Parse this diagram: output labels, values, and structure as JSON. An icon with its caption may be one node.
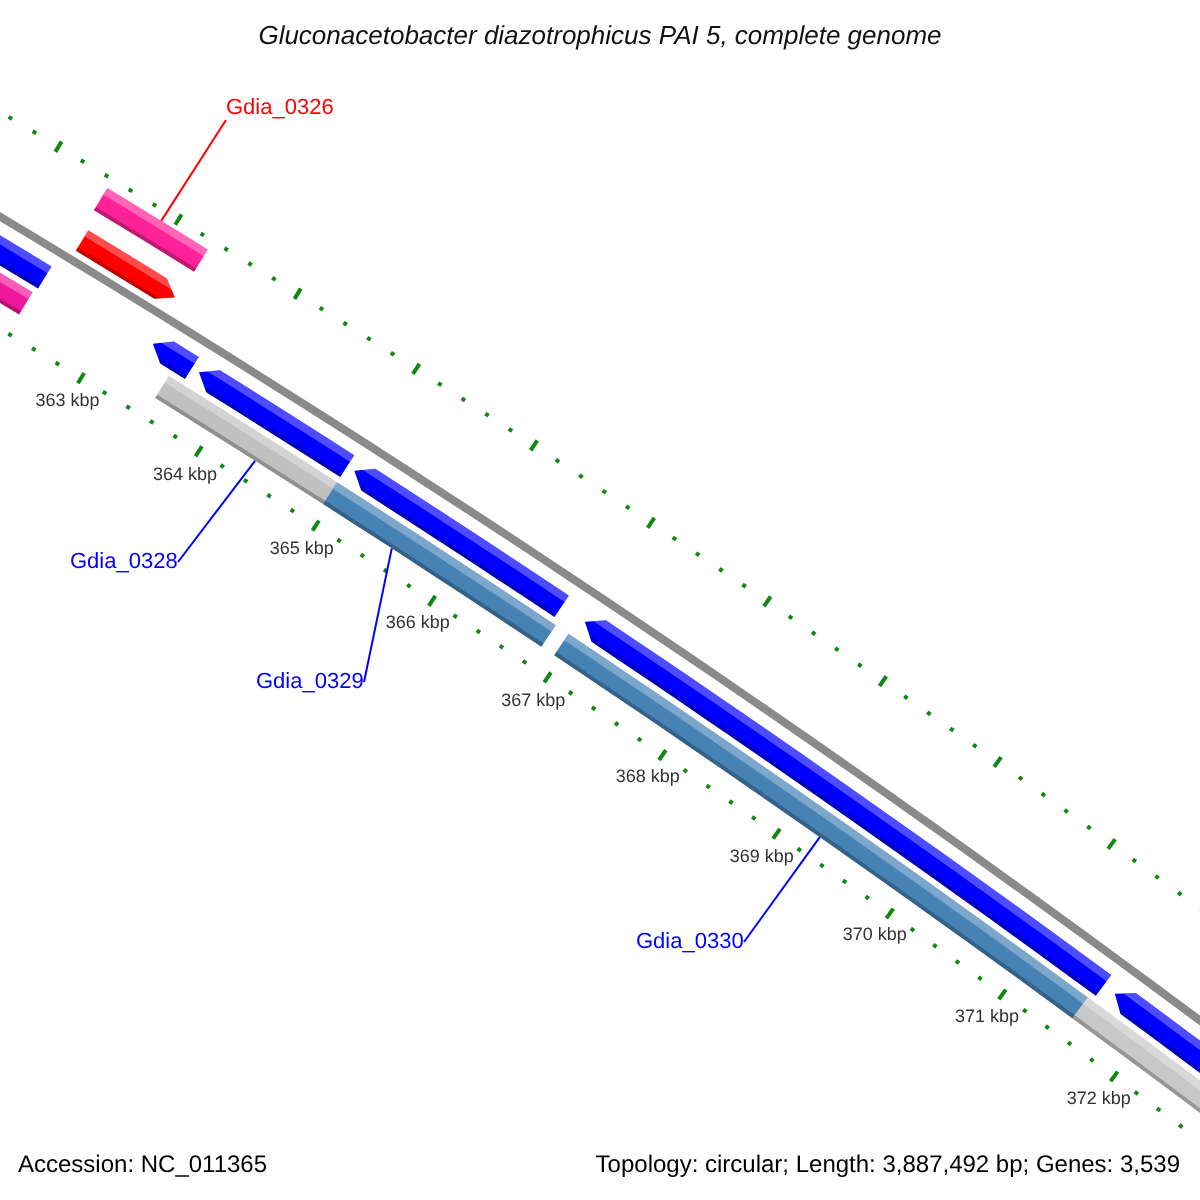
{
  "diagram": {
    "title": "Gluconacetobacter diazotrophicus PAI 5, complete genome",
    "nodes": [
      {
        "text": [
          "Gdia_0326"
        ]
      },
      {
        "text": [],
        "shape": "bar"
      },
      {
        "text": [],
        "shape": "bar"
      },
      {
        "text": [],
        "shape": "bar"
      },
      {
        "text": [],
        "shape": "bar"
      },
      {
        "text": [],
        "shape": "bar"
      },
      {
        "text": [],
        "shape": "bar"
      },
      {
        "text": [],
        "shape": "bar"
      },
      {
        "text": [
          "Gdia_0328"
        ]
      },
      {
        "text": [],
        "shape": "bar"
      },
      {
        "text": [],
        "shape": "bar"
      },
      {
        "text": [
          "Gdia_0329"
        ]
      },
      {
        "text": [],
        "shape": "bar"
      },
      {
        "text": [],
        "shape": "bar"
      },
      {
        "text": [
          "Gdia_0330"
        ]
      },
      {
        "text": [],
        "shape": "bar"
      },
      {
        "text": [],
        "shape": "bar"
      }
    ],
    "edges": [
      {
        "from": 0,
        "to": 3,
        "arrow": "none",
        "color": "#ff0000"
      },
      {
        "from": 8,
        "to": 6,
        "arrow": "none"
      },
      {
        "from": 11,
        "to": 9,
        "arrow": "none"
      },
      {
        "from": 14,
        "to": 12,
        "arrow": "none"
      }
    ],
    "labels": [
      "363 kbp",
      "364 kbp",
      "365 kbp",
      "366 kbp",
      "367 kbp",
      "368 kbp",
      "369 kbp",
      "370 kbp",
      "371 kbp",
      "372 kbp",
      "Accession: NC_011365",
      "Topology: circular; Length: 3,887,492 bp; Genes: 3,539"
    ]
  }
}
